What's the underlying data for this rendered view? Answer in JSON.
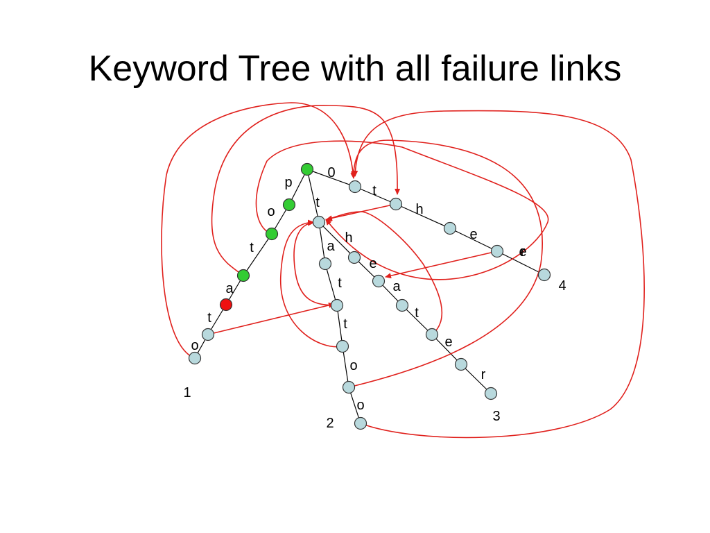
{
  "title": "Keyword Tree with all failure links",
  "colors": {
    "node_default": "#b8d9dd",
    "node_green": "#33cc33",
    "node_red": "#ee1111",
    "failure_link": "#e0201c",
    "edge": "#000000"
  },
  "diagram": {
    "nodes": [
      {
        "id": "root",
        "color": "green",
        "tag": "0"
      },
      {
        "id": "p",
        "color": "green"
      },
      {
        "id": "po",
        "color": "green"
      },
      {
        "id": "pot",
        "color": "green"
      },
      {
        "id": "pota",
        "color": "red"
      },
      {
        "id": "potat",
        "color": "default"
      },
      {
        "id": "potato",
        "color": "default",
        "tag": "1"
      },
      {
        "id": "t",
        "color": "default"
      },
      {
        "id": "th",
        "color": "default"
      },
      {
        "id": "the",
        "color": "default"
      },
      {
        "id": "ther",
        "color": "default"
      },
      {
        "id": "there",
        "color": "default",
        "tag": "4"
      },
      {
        "id": "t2",
        "color": "default"
      },
      {
        "id": "ta",
        "color": "default"
      },
      {
        "id": "tat",
        "color": "default"
      },
      {
        "id": "tatt",
        "color": "default"
      },
      {
        "id": "tatto",
        "color": "default"
      },
      {
        "id": "tattoo",
        "color": "default",
        "tag": "2"
      },
      {
        "id": "th2",
        "color": "default"
      },
      {
        "id": "the2",
        "color": "default"
      },
      {
        "id": "thea",
        "color": "default"
      },
      {
        "id": "theat",
        "color": "default"
      },
      {
        "id": "theate",
        "color": "default"
      },
      {
        "id": "theater",
        "color": "default",
        "tag": "3"
      }
    ],
    "edges": [
      {
        "from": "root",
        "to": "p",
        "label": "p"
      },
      {
        "from": "p",
        "to": "po",
        "label": "o"
      },
      {
        "from": "po",
        "to": "pot",
        "label": "t"
      },
      {
        "from": "pot",
        "to": "pota",
        "label": "a"
      },
      {
        "from": "pota",
        "to": "potat",
        "label": "t"
      },
      {
        "from": "potat",
        "to": "potato",
        "label": "o"
      },
      {
        "from": "root",
        "to": "t",
        "label": "t"
      },
      {
        "from": "t",
        "to": "th",
        "label": "h"
      },
      {
        "from": "th",
        "to": "the",
        "label": "e"
      },
      {
        "from": "the",
        "to": "ther",
        "label": "r"
      },
      {
        "from": "ther",
        "to": "there",
        "label": "e"
      },
      {
        "from": "root",
        "to": "t2",
        "label": "t"
      },
      {
        "from": "t2",
        "to": "ta",
        "label": "a"
      },
      {
        "from": "ta",
        "to": "tat",
        "label": "t"
      },
      {
        "from": "tat",
        "to": "tatt",
        "label": "t"
      },
      {
        "from": "tatt",
        "to": "tatto",
        "label": "o"
      },
      {
        "from": "tatto",
        "to": "tattoo",
        "label": "o"
      },
      {
        "from": "t2",
        "to": "th2",
        "label": "h"
      },
      {
        "from": "th2",
        "to": "the2",
        "label": "e"
      },
      {
        "from": "the2",
        "to": "thea",
        "label": "a"
      },
      {
        "from": "thea",
        "to": "theat",
        "label": "t"
      },
      {
        "from": "theat",
        "to": "theate",
        "label": "e"
      },
      {
        "from": "theate",
        "to": "theater",
        "label": "r"
      }
    ],
    "failure_links": [
      {
        "from": "potato",
        "to": "t"
      },
      {
        "from": "pota",
        "to": "t"
      },
      {
        "from": "pot",
        "to": "t2"
      },
      {
        "from": "potat",
        "to": "tat"
      },
      {
        "from": "the",
        "to": "thea"
      },
      {
        "from": "th",
        "to": "t2"
      },
      {
        "from": "tat",
        "to": "t2"
      },
      {
        "from": "tatt",
        "to": "t2"
      },
      {
        "from": "theat",
        "to": "t2"
      },
      {
        "from": "tatto",
        "to": "t"
      },
      {
        "from": "tattoo",
        "to": "th"
      }
    ]
  }
}
